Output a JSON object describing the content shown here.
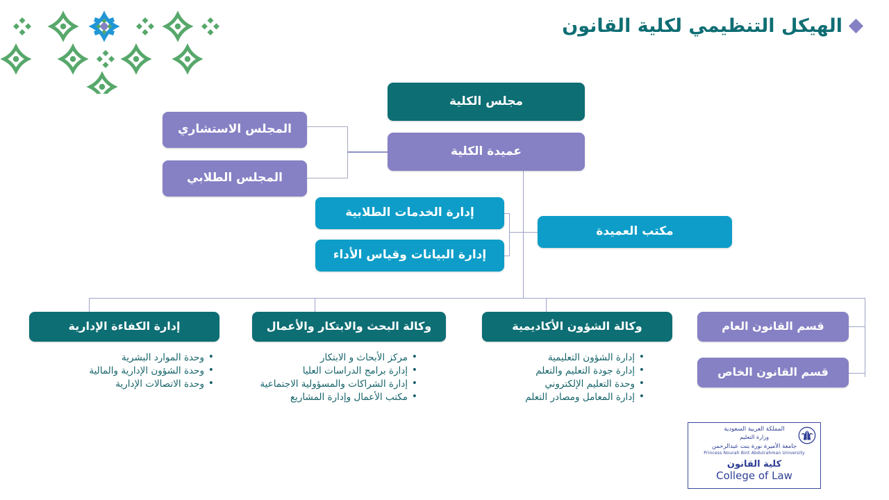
{
  "page": {
    "title": "الهيكل التنظيمي لكلية القانون",
    "title_bullet_icon": "diamond-icon"
  },
  "colors": {
    "teal": "#0d6e74",
    "purple": "#8681c4",
    "cyan": "#0d9dc8",
    "bullet_text": "#17646a",
    "connector": "#9fa3c9",
    "motif_green": "#57a86b",
    "motif_blue": "#2196d6",
    "logo_blue": "#2f3f95"
  },
  "org_chart": {
    "type": "org-chart",
    "nodes": {
      "college_council": "مجلس الكلية",
      "dean": "عميدة الكلية",
      "advisory_council": "المجلس الاستشاري",
      "student_council": "المجلس الطلابي",
      "dean_office": "مكتب العميدة",
      "student_services": "إدارة الخدمات الطلابية",
      "data_performance": "إدارة البيانات وقياس الأداء",
      "admin_efficiency": "إدارة الكفاءة الإدارية",
      "research_vice": "وكالة البحث والابتكار والأعمال",
      "academic_vice": "وكالة الشؤون الأكاديمية",
      "public_law_dept": "قسم القانون العام",
      "private_law_dept": "قسم القانون الخاص"
    },
    "branches": [
      {
        "key": "admin_efficiency",
        "header": "إدارة الكفاءة الإدارية",
        "items": [
          "وحدة الموارد البشرية",
          "وحدة الشؤون الإدارية والمالية",
          "وحدة الاتصالات الإدارية"
        ]
      },
      {
        "key": "research_vice",
        "header": "وكالة البحث والابتكار والأعمال",
        "items": [
          "مركز الأبحاث و الابتكار",
          "إدارة برامج الدراسات العليا",
          "إدارة الشراكات والمسؤولية الاجتماعية",
          "مكتب الأعمال وإدارة المشاريع"
        ]
      },
      {
        "key": "academic_vice",
        "header": "وكالة الشؤون الأكاديمية",
        "items": [
          "إدارة الشؤون التعليمية",
          "إدارة جودة التعليم والتعلم",
          "وحدة التعليم الإلكتروني",
          "إدارة المعامل ومصادر التعلم"
        ]
      },
      {
        "key": "departments",
        "header": "قسم القانون العام",
        "items": []
      }
    ]
  },
  "logo": {
    "line1": "المملكة العربية السعودية",
    "line2": "وزارة التعليم",
    "line3": "جامعة الأميرة نورة بنت عبدالرحمن",
    "line4": "Princess Nourah Bint Abdulrahman University",
    "line5": "كلية القانون",
    "line6": "College of Law",
    "emblem": "university-emblem-icon"
  }
}
